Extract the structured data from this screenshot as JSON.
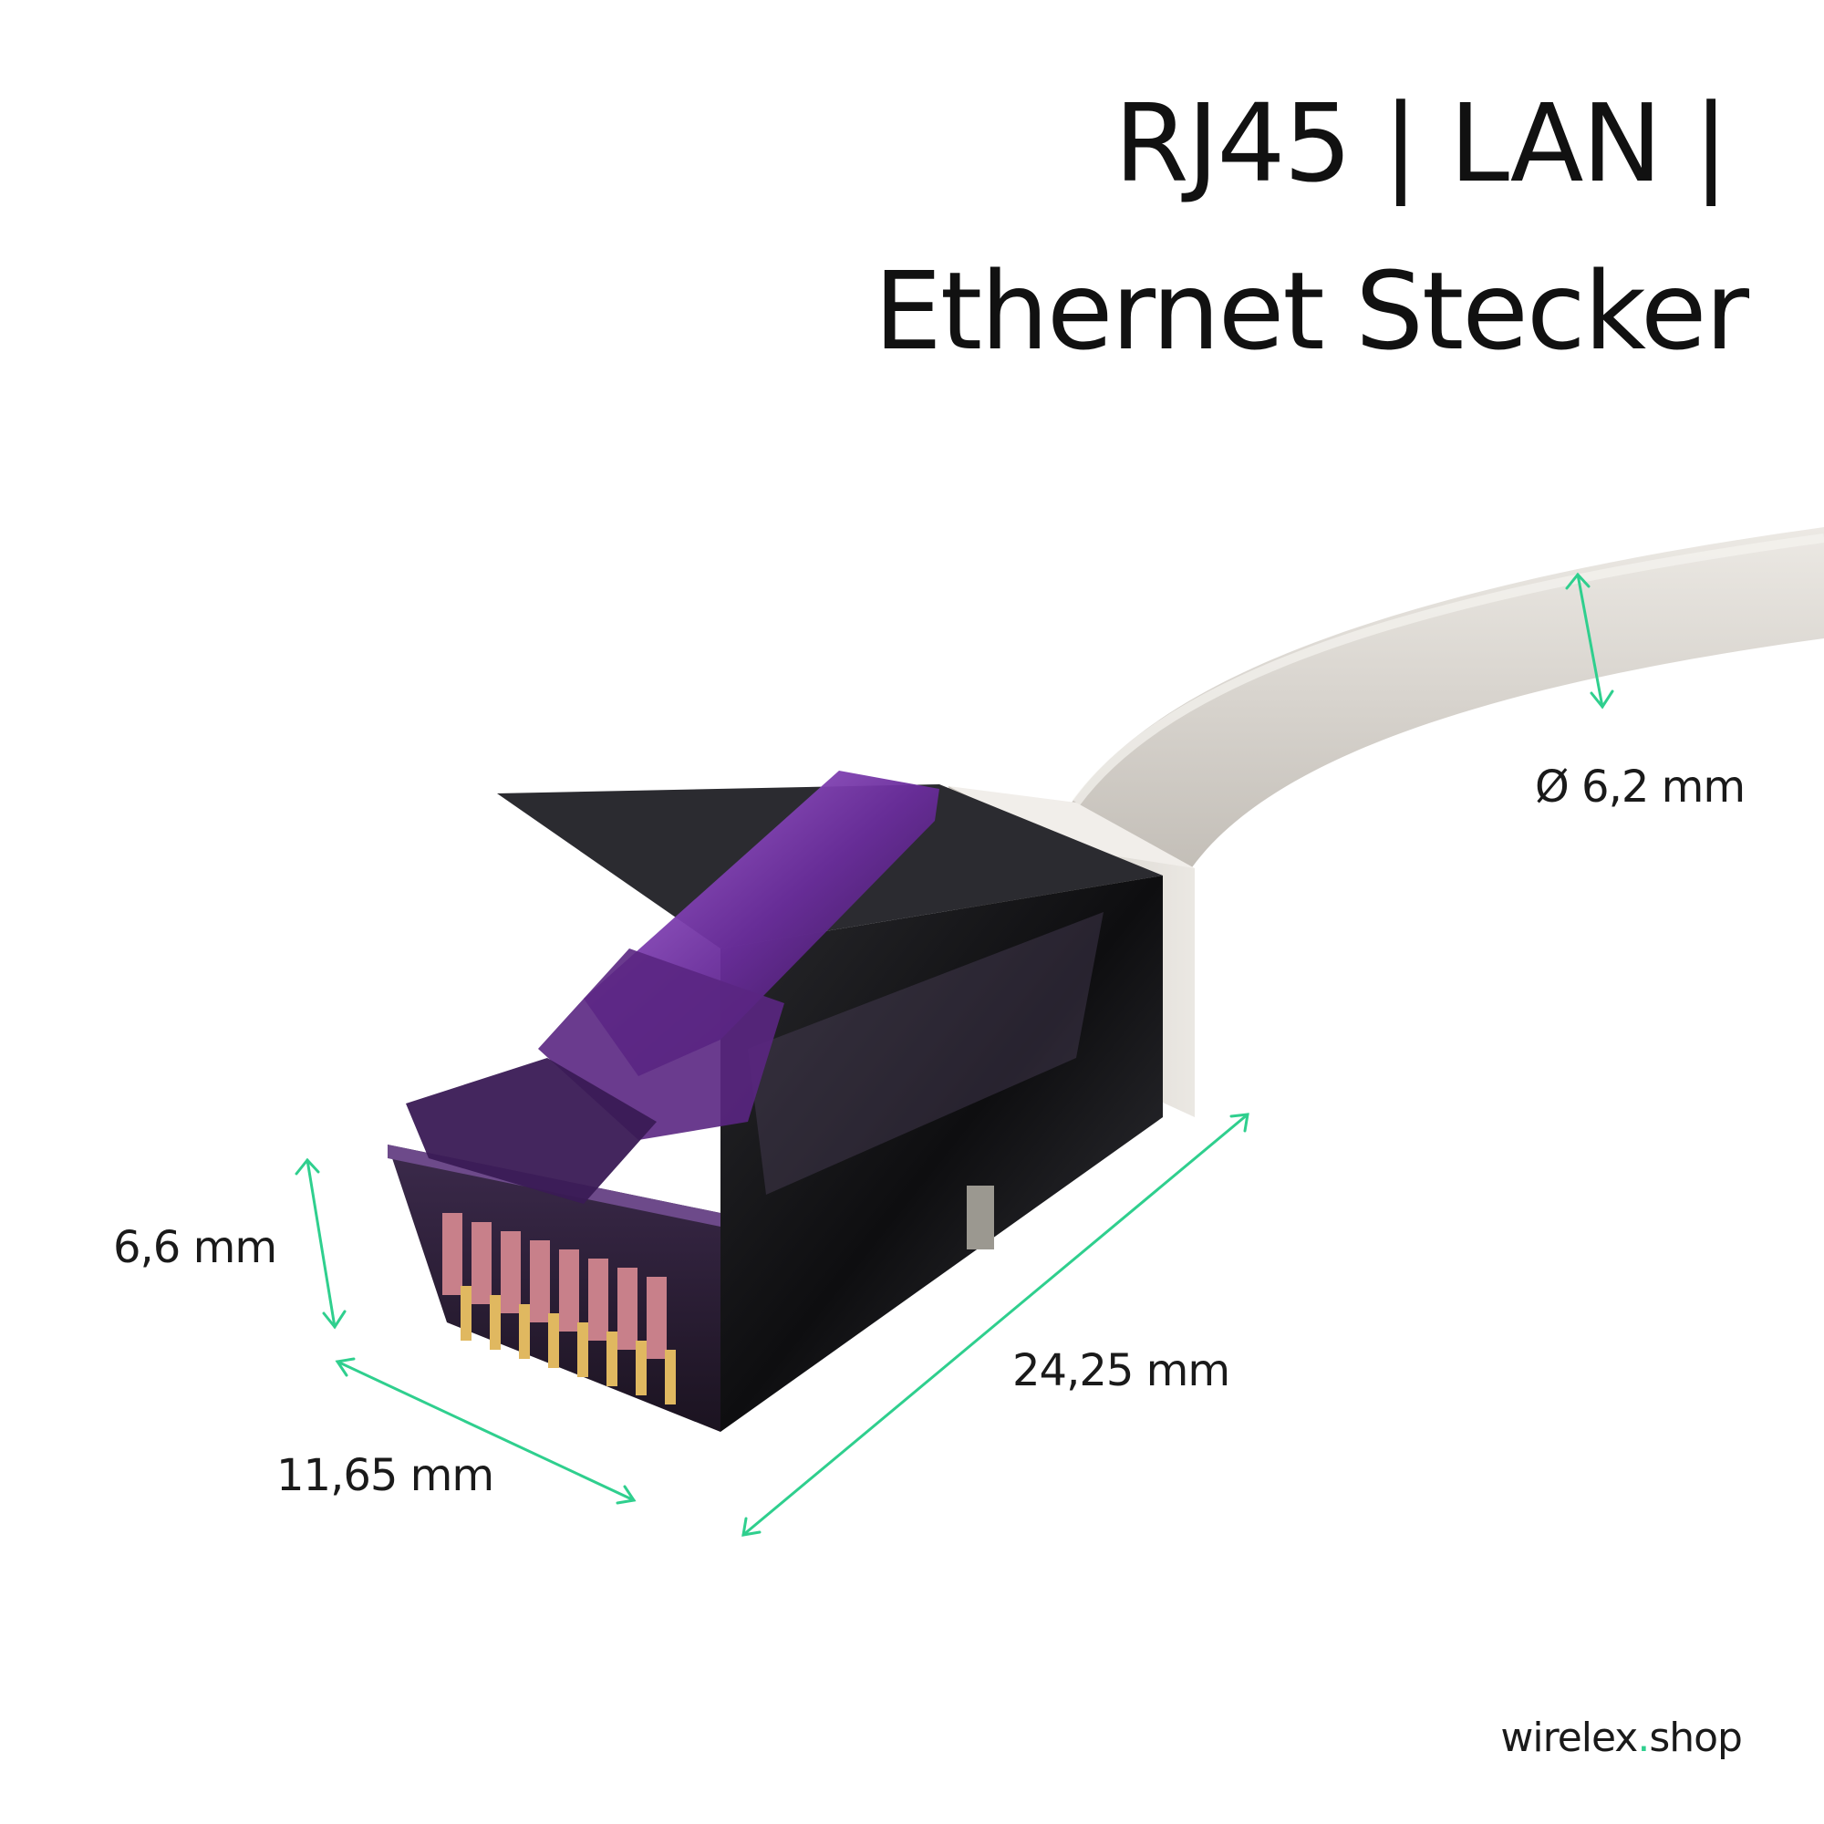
{
  "title": {
    "line1": "RJ45 | LAN |",
    "line2": "Ethernet Stecker"
  },
  "dimensions": {
    "cable_diameter": "Ø 6,2 mm",
    "height": "6,6 mm",
    "length": "24,25 mm",
    "width": "11,65 mm"
  },
  "brand": {
    "name": "wirelex",
    "dot": ".",
    "tld": "shop"
  },
  "colors": {
    "accent": "#2fcf8e",
    "clip": "#7b3fb0",
    "shield": "#151517",
    "cable": "#d9d5cf"
  }
}
